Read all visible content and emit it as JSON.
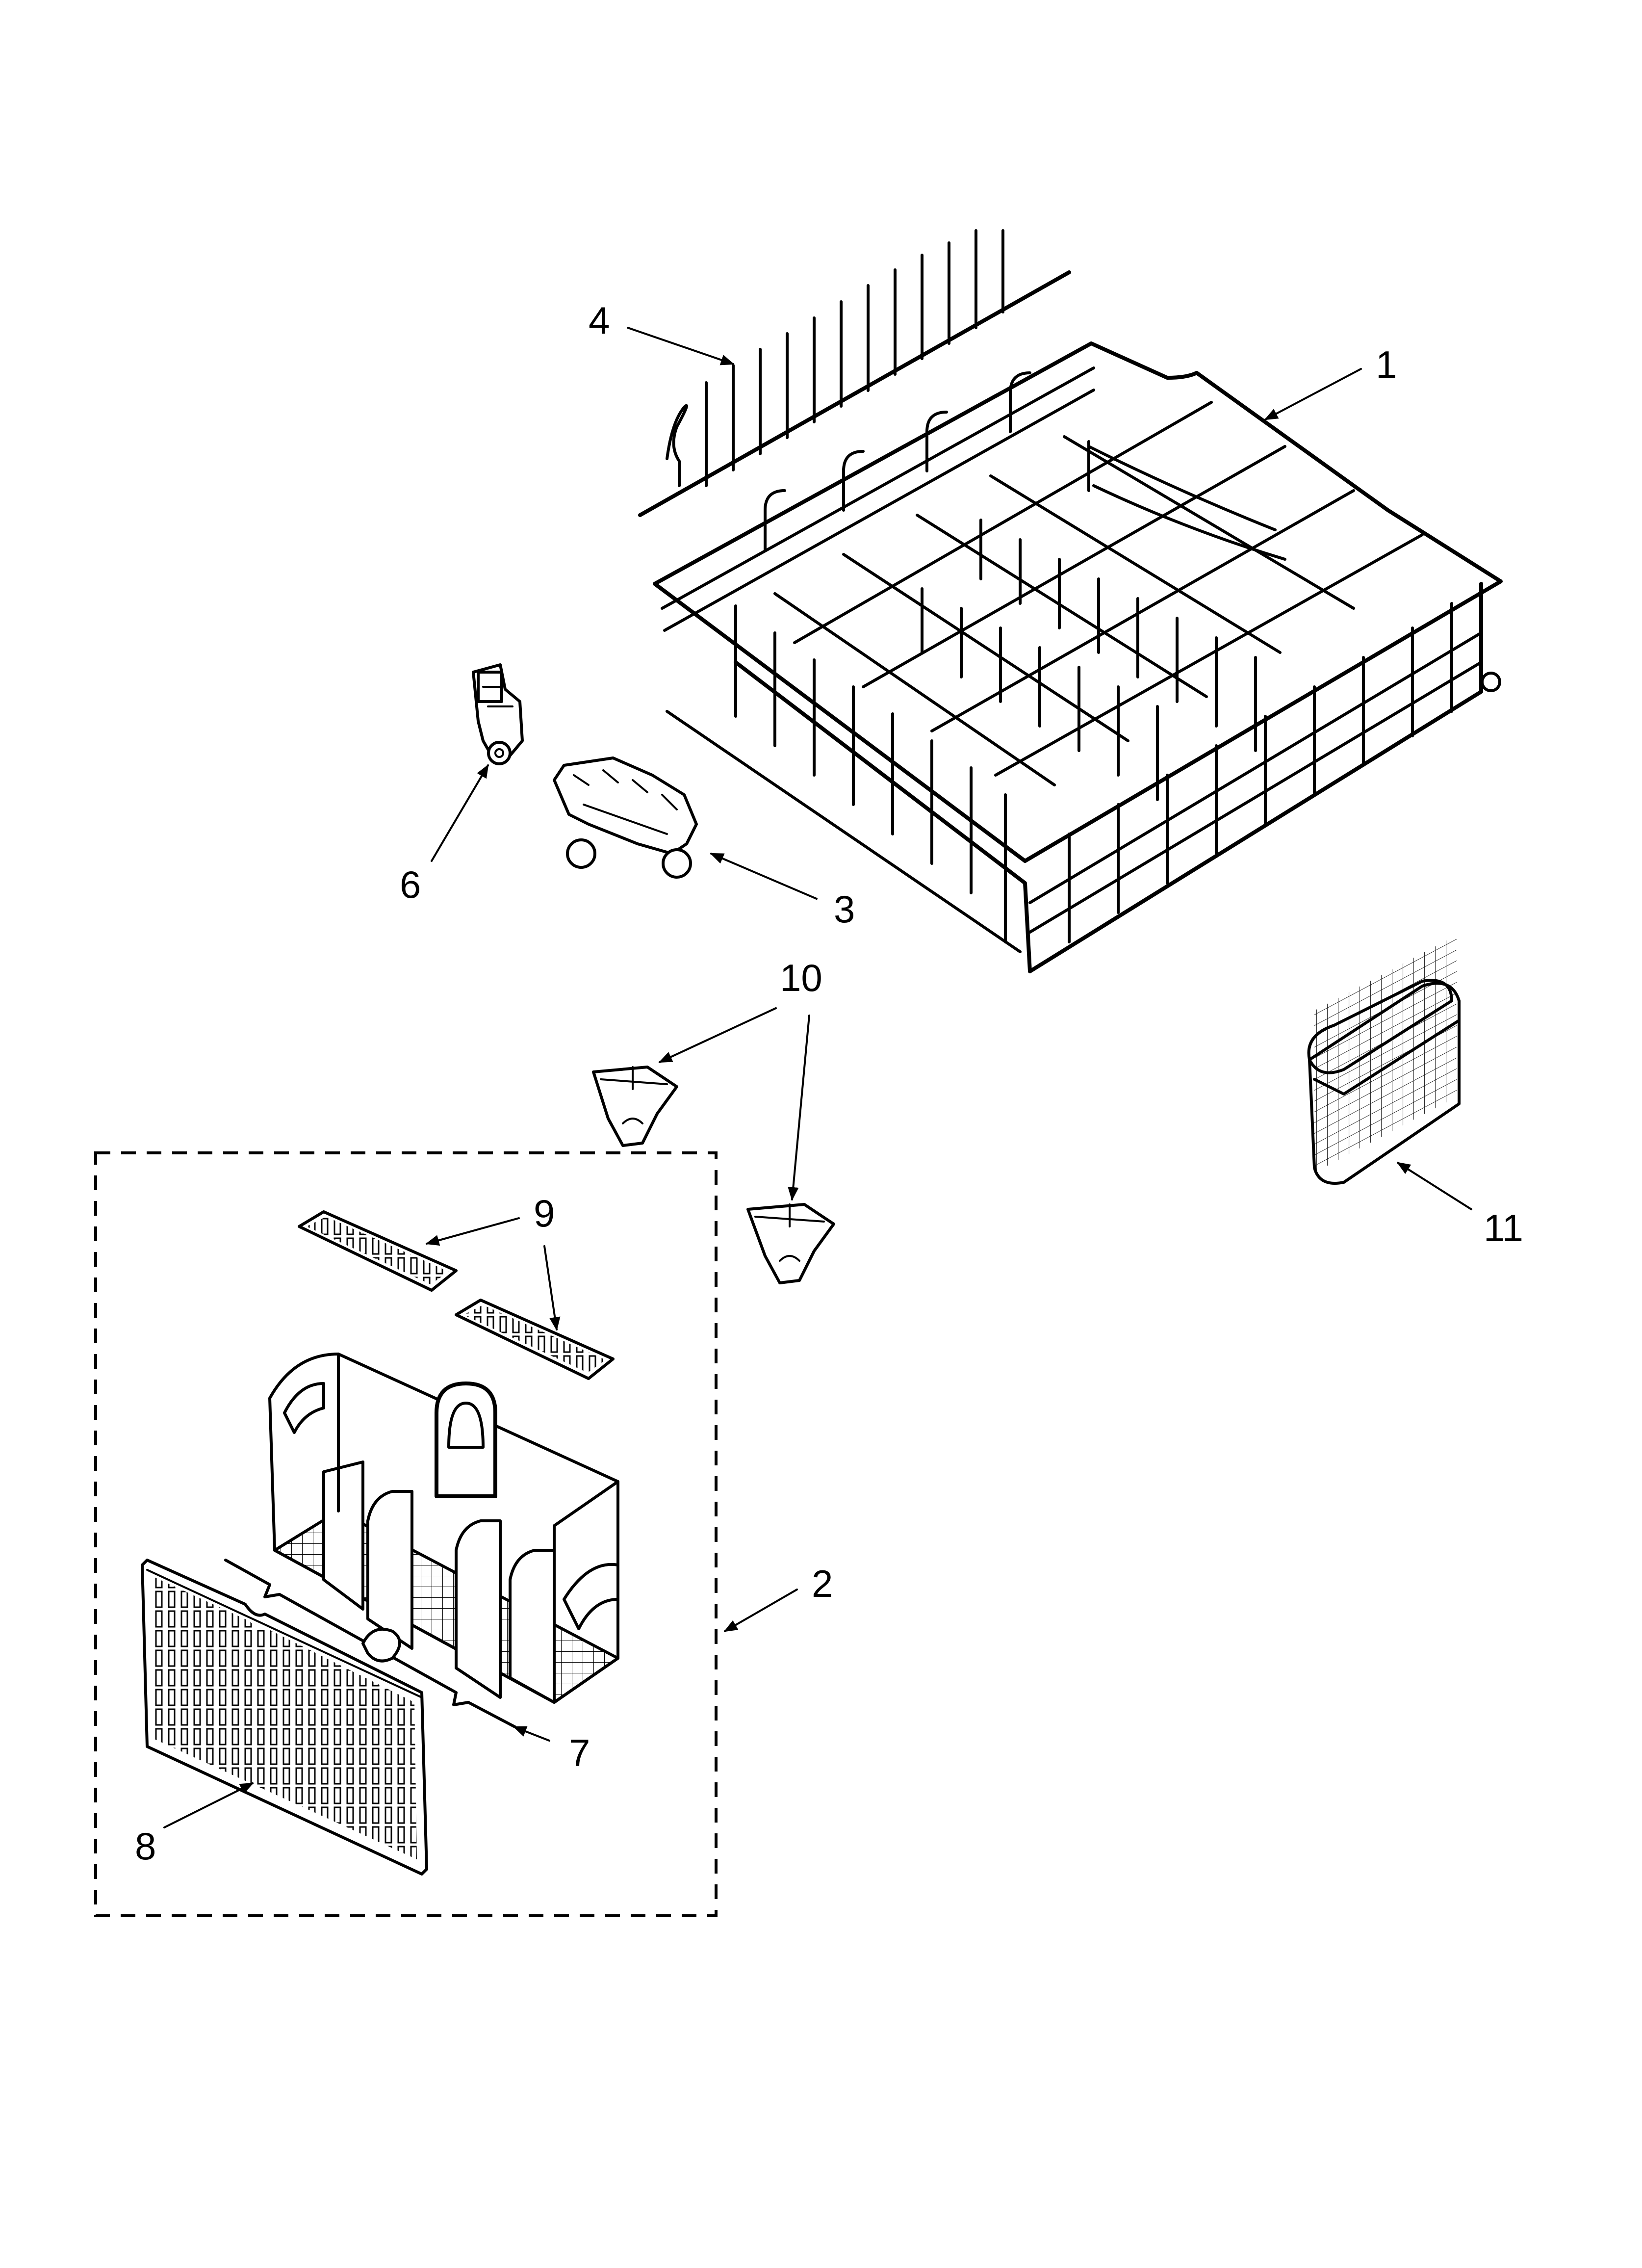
{
  "callouts": {
    "c1": "1",
    "c2": "2",
    "c3": "3",
    "c4": "4",
    "c6": "6",
    "c7": "7",
    "c8": "8",
    "c9": "9",
    "c10": "10",
    "c11": "11"
  }
}
